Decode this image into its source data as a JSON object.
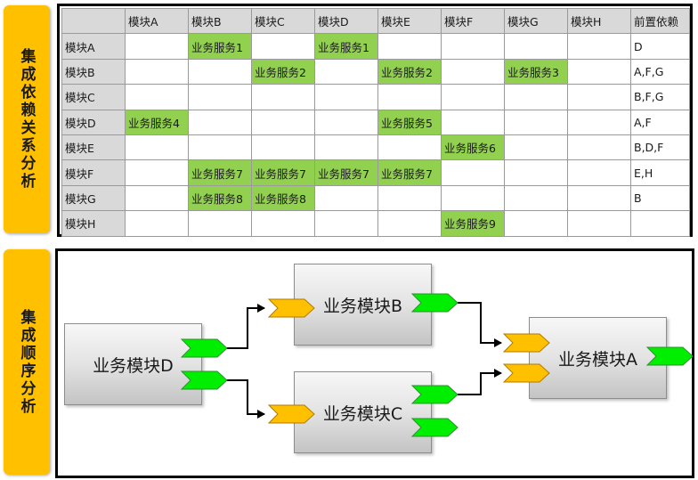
{
  "labels": {
    "dependency": "集成依赖关系分析",
    "sequence": "集成顺序分析"
  },
  "matrix": {
    "corner": "",
    "col_headers": [
      "模块A",
      "模块B",
      "模块C",
      "模块D",
      "模块E",
      "模块F",
      "模块G",
      "模块H",
      "前置依赖"
    ],
    "rows": [
      {
        "name": "模块A",
        "cells": [
          "",
          "业务服务1",
          "",
          "业务服务1",
          "",
          "",
          "",
          "",
          ""
        ],
        "deps": "D"
      },
      {
        "name": "模块B",
        "cells": [
          "",
          "",
          "业务服务2",
          "",
          "业务服务2",
          "",
          "业务服务3",
          "",
          ""
        ],
        "deps": "A,F,G"
      },
      {
        "name": "模块C",
        "cells": [
          "",
          "",
          "",
          "",
          "",
          "",
          "",
          "",
          ""
        ],
        "deps": "B,F,G"
      },
      {
        "name": "模块D",
        "cells": [
          "业务服务4",
          "",
          "",
          "",
          "业务服务5",
          "",
          "",
          "",
          ""
        ],
        "deps": "A,F"
      },
      {
        "name": "模块E",
        "cells": [
          "",
          "",
          "",
          "",
          "",
          "业务服务6",
          "",
          "",
          ""
        ],
        "deps": "B,D,F"
      },
      {
        "name": "模块F",
        "cells": [
          "",
          "业务服务7",
          "业务服务7",
          "业务服务7",
          "业务服务7",
          "",
          "",
          "",
          ""
        ],
        "deps": "E,H"
      },
      {
        "name": "模块G",
        "cells": [
          "",
          "业务服务8",
          "业务服务8",
          "",
          "",
          "",
          "",
          "",
          ""
        ],
        "deps": "B"
      },
      {
        "name": "模块H",
        "cells": [
          "",
          "",
          "",
          "",
          "",
          "业务服务9",
          "",
          "",
          ""
        ],
        "deps": ""
      }
    ]
  },
  "diagram": {
    "modules": {
      "d": "业务模块D",
      "b": "业务模块B",
      "c": "业务模块C",
      "a": "业务模块A"
    },
    "colors": {
      "input_port": "#ffc000",
      "output_port": "#00ee00",
      "service_cell": "#92d050",
      "label_bg": "#ffc000"
    }
  }
}
